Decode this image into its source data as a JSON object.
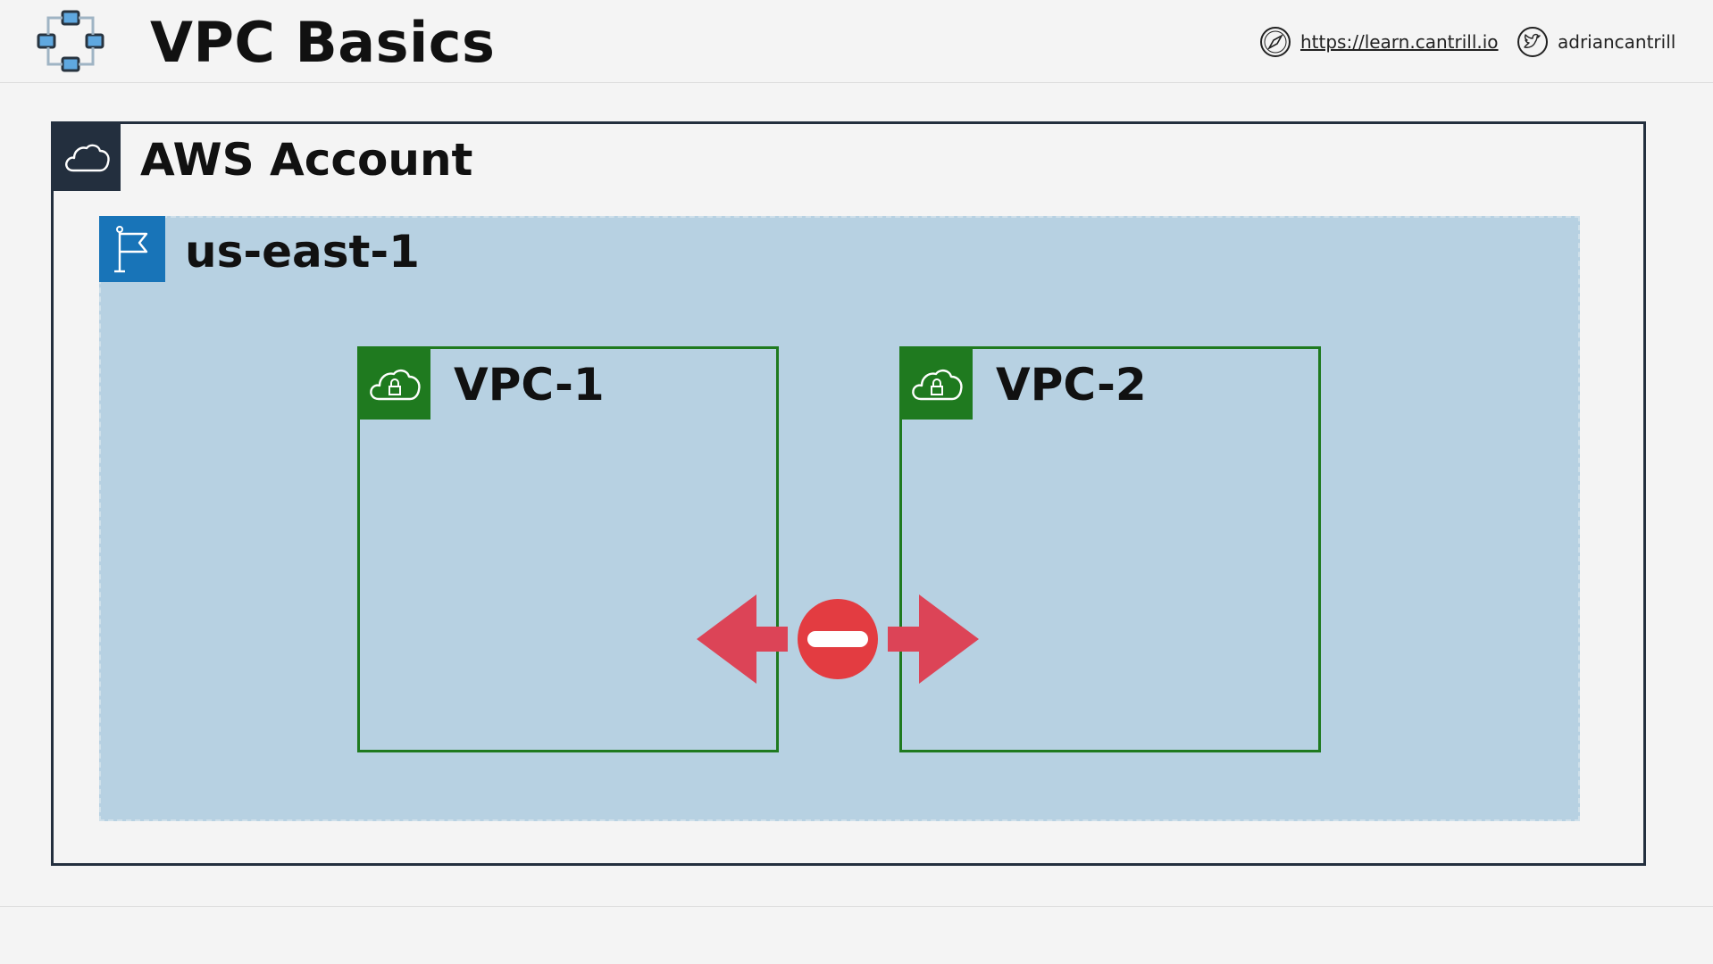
{
  "header": {
    "title": "VPC Basics",
    "site_link": "https://learn.cantrill.io",
    "twitter_handle": "adriancantrill"
  },
  "diagram": {
    "account_label": "AWS Account",
    "region_label": "us-east-1",
    "vpcs": [
      {
        "label": "VPC-1"
      },
      {
        "label": "VPC-2"
      }
    ]
  },
  "colors": {
    "account": "#232f3e",
    "region_fill": "#b7d1e2",
    "region_icon": "#1874b8",
    "vpc": "#1f7a1f",
    "arrow": "#dc4457",
    "no_entry": "#e33c41"
  }
}
